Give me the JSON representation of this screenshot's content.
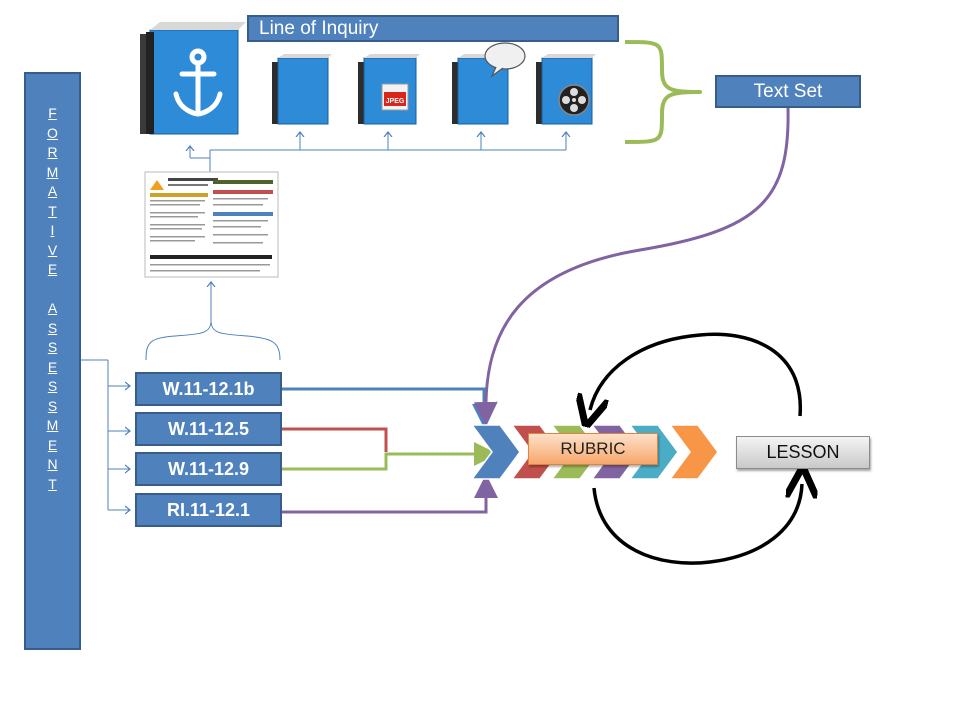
{
  "line_of_inquiry": {
    "label": "Line of Inquiry"
  },
  "text_set": {
    "label": "Text Set"
  },
  "formative_assessment": {
    "letters_line1": [
      "F",
      "O",
      "R",
      "M",
      "A",
      "T",
      "I",
      "V",
      "E"
    ],
    "letters_line2": [
      "A",
      "S",
      "S",
      "E",
      "S",
      "S",
      "M",
      "E",
      "N",
      "T"
    ]
  },
  "standards": [
    "W.11-12.1b",
    "W.11-12.5",
    "W.11-12.9",
    "RI.11-12.1"
  ],
  "rubric": {
    "label": "RUBRIC"
  },
  "lesson": {
    "label": "LESSON"
  },
  "book_icons": [
    "anchor-icon",
    "blank-icon",
    "jpeg-icon",
    "speech-bubble-icon",
    "film-reel-icon"
  ],
  "colors": {
    "blue": "#4f81bd",
    "red": "#c0504d",
    "green": "#9bbb59",
    "purple": "#8064a2",
    "teal": "#4bacc6",
    "orange": "#f79646",
    "black_cycle": "#000000"
  }
}
